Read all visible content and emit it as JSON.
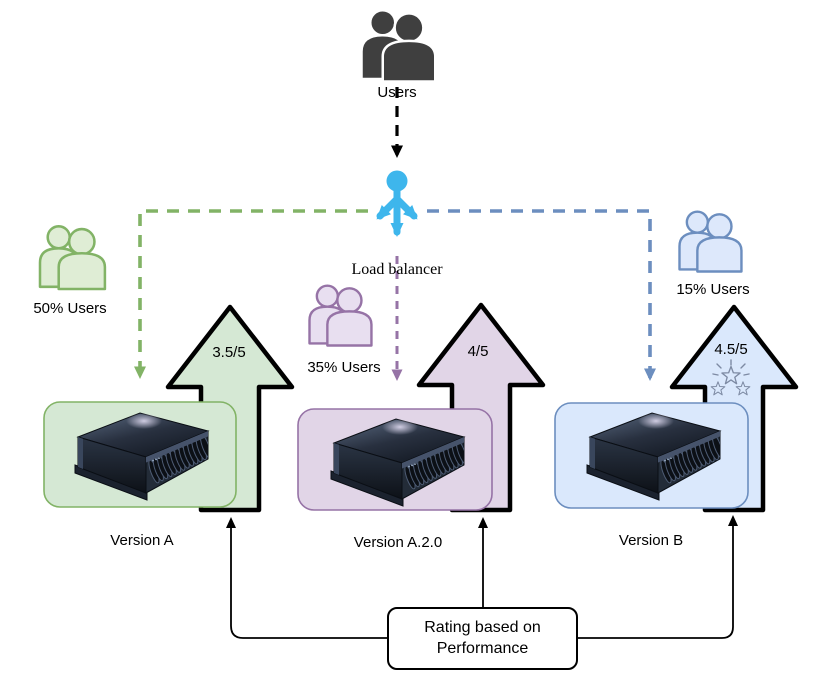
{
  "diagram": {
    "users_label": "Users",
    "load_balancer_label": "Load balancer",
    "rating_box": {
      "line1": "Rating based on",
      "line2": "Performance"
    },
    "branches": [
      {
        "version_label": "Version A",
        "share_label": "50% Users",
        "rating_label": "3.5/5",
        "fill": "#d5e8d4",
        "stroke": "#82b366"
      },
      {
        "version_label": "Version A.2.0",
        "share_label": "35% Users",
        "rating_label": "4/5",
        "fill": "#e1d5e7",
        "stroke": "#9673a6"
      },
      {
        "version_label": "Version B",
        "share_label": "15% Users",
        "rating_label": "4.5/5",
        "fill": "#dae8fc",
        "stroke": "#6c8ebf"
      }
    ],
    "colors": {
      "users_icon": "#3f3f3f",
      "load_balancer_icon": "#3eb6ec",
      "connector_line": "#000000",
      "background": "#ffffff"
    },
    "icons": {
      "users_icon": "two-people",
      "load_balancer_icon": "fork-arrows",
      "server_icon": "rack-server",
      "stars_icon": "sparkling-stars"
    }
  }
}
